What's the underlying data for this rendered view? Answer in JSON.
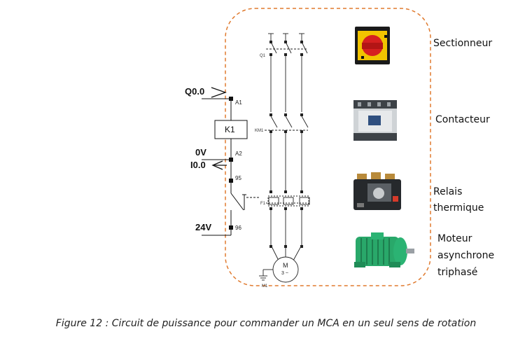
{
  "labels": {
    "sectionneur": "Sectionneur",
    "contacteur": "Contacteur",
    "relais_line1": "Relais",
    "relais_line2": "thermique",
    "moteur_line1": "Moteur",
    "moteur_line2": "asynchrone",
    "moteur_line3": "triphasé"
  },
  "signals": {
    "q00": "Q0.0",
    "zero_v": "0V",
    "i00": "I0.0",
    "v24": "24V"
  },
  "control": {
    "a1": "A1",
    "a2": "A2",
    "k1": "K1",
    "t95": "95",
    "t96": "96"
  },
  "power": {
    "q1": "Q1",
    "km1": "KM1",
    "f1": "F1",
    "m1": "M1",
    "motor_m": "M",
    "motor_3": "3 ~"
  },
  "caption": "Figure 12 : Circuit de puissance pour commander un MCA en un seul  sens de rotation"
}
